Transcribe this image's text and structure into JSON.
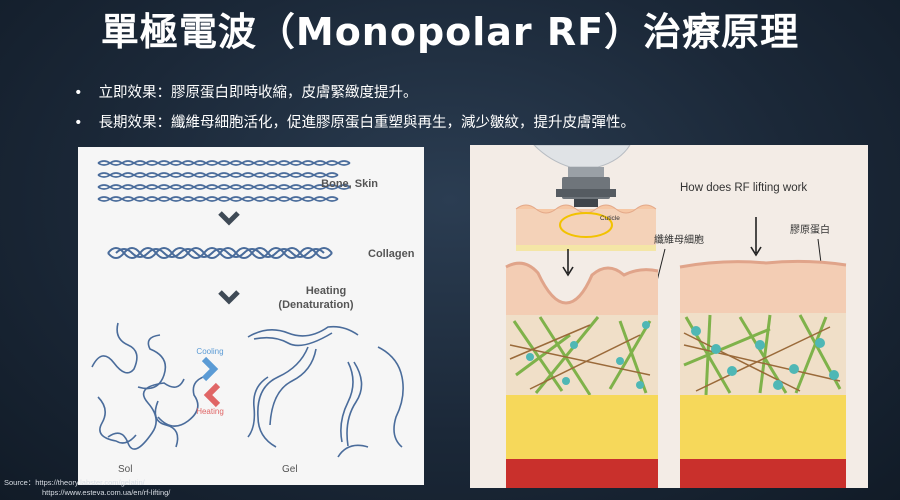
{
  "title": "單極電波（Monopolar RF）治療原理",
  "bullets": [
    "立即效果：膠原蛋白即時收縮，皮膚緊緻度提升。",
    "長期效果：纖維母細胞活化，促進膠原蛋白重塑與再生，減少皺紋，提升皮膚彈性。"
  ],
  "left_figure": {
    "labels": {
      "bone_skin": "Bone, Skin",
      "collagen": "Collagen",
      "heating_line1": "Heating",
      "heating_line2": "(Denaturation)",
      "cooling": "Cooling",
      "heating": "Heating",
      "sol": "Sol",
      "gel": "Gel"
    },
    "colors": {
      "fiber": "#4a6c9b",
      "arrow": "#3f4a56",
      "cooling": "#5b9bd5",
      "heating": "#e06666"
    }
  },
  "right_figure": {
    "labels": {
      "title": "How does RF lifting work",
      "cuticle": "Cuticle",
      "fibroblast": "纖維母細胞",
      "collagen": "膠原蛋白"
    }
  },
  "source": {
    "line1": "Source：https://theory.labster.com/gelatin/",
    "line2": "https://www.esteva.com.ua/en/rf-lifting/"
  }
}
